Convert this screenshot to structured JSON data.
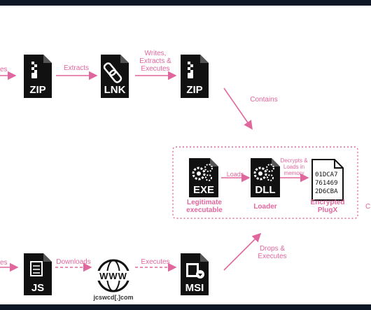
{
  "colors": {
    "accent": "#e0679e",
    "icon": "#111111",
    "frame": "#0e1726"
  },
  "files": {
    "zip1": "ZIP",
    "lnk": "LNK",
    "zip2": "ZIP",
    "exe": "EXE",
    "dll": "DLL",
    "js": "JS",
    "msi": "MSI",
    "www": "WWW"
  },
  "edges": {
    "left_top": "es",
    "extracts": "Extracts",
    "writes": "Writes,\nExtracts &\nExecutes",
    "contains": "Contains",
    "loads": "Loads",
    "decrypts": "Decrypts &\nLoads in\nmemory",
    "left_bottom": "es",
    "downloads": "Downloads",
    "executes": "Executes",
    "drops": "Drops &\nExecutes",
    "right_edge": "C"
  },
  "captions": {
    "legit": "Legitimate\nexecutable",
    "loader": "Loader",
    "plugx": "Encrypted\nPlugX",
    "domain": "jcswcd[.]com"
  },
  "hex_lines": "01DCA7\n761469\n2D6CBA"
}
